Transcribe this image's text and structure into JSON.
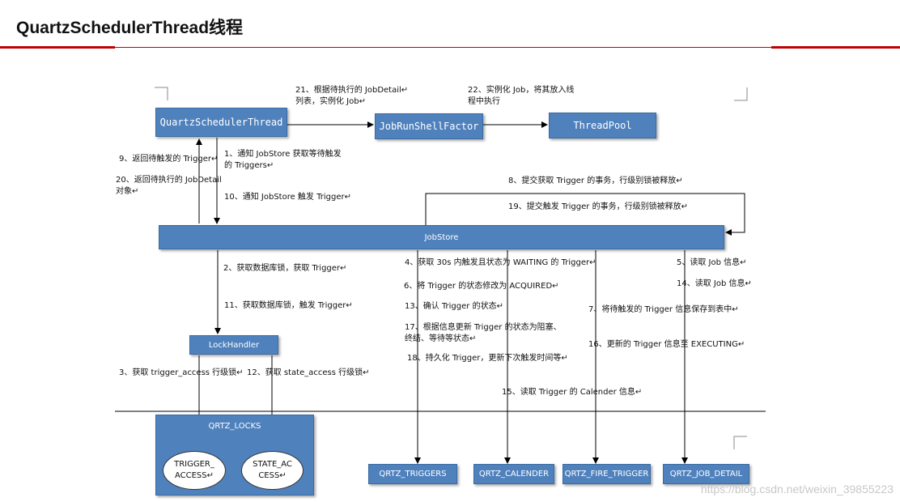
{
  "title": "QuartzSchedulerThread线程",
  "boxes": {
    "qst": "QuartzSchedulerThread",
    "jrsf": "JobRunShellFactor",
    "pool": "ThreadPool",
    "jobstore": "JobStore",
    "lockhandler": "LockHandler",
    "qrtz_locks": "QRTZ_LOCKS",
    "trigger_access": "TRIGGER_ ACCESS↵",
    "state_access": "STATE_AC CESS↵",
    "qrtz_triggers": "QRTZ_TRIGGERS",
    "qrtz_calender": "QRTZ_CALENDER",
    "qrtz_fire_trigger": "QRTZ_FIRE_TRIGGER",
    "qrtz_job_detail": "QRTZ_JOB_DETAIL"
  },
  "labels": {
    "l21": "21、根据待执行的 JobDetail↵",
    "l21b": "列表，实例化 Job↵",
    "l22": "22、实例化 Job，将其放入线",
    "l22b": "程中执行",
    "l9": "9、返回待触发的 Trigger↵",
    "l1": "1、通知 JobStore 获取等待触发",
    "l1b": "的 Triggers↵",
    "l20": "20、返回待执行的 JobDetail",
    "l20b": "对象↵",
    "l10": "10、通知 JobStore 触发 Trigger↵",
    "l8": "8、提交获取 Trigger 的事务，行级别锁被释放↵",
    "l19": "19、提交触发 Trigger 的事务，行级别锁被释放↵",
    "l2": "2、获取数据库锁，获取 Trigger↵",
    "l11": "11、获取数据库锁，触发 Trigger↵",
    "l3": "3、获取 trigger_access 行级锁↵",
    "l12": "12、获取 state_access 行级锁↵",
    "l4": "4、获取 30s 内触发且状态为 WAITING 的 Trigger↵",
    "l6": "6、将 Trigger 的状态修改为 ACQUIRED↵",
    "l13": "13、确认 Trigger 的状态↵",
    "l17": "17、根据信息更新 Trigger 的状态为阻塞、",
    "l17b": "终结、等待等状态↵",
    "l18": "18、持久化 Trigger，更新下次触发时间等↵",
    "l15": "15、读取 Trigger 的 Calender 信息↵",
    "l5": "5、读取 Job 信息↵",
    "l14": "14、读取 Job 信息↵",
    "l7": "7、将待触发的 Trigger 信息保存到表中↵",
    "l16": "16、更新的 Trigger 信息至 EXECUTING↵"
  },
  "watermark": "https://blog.csdn.net/weixin_39855223"
}
